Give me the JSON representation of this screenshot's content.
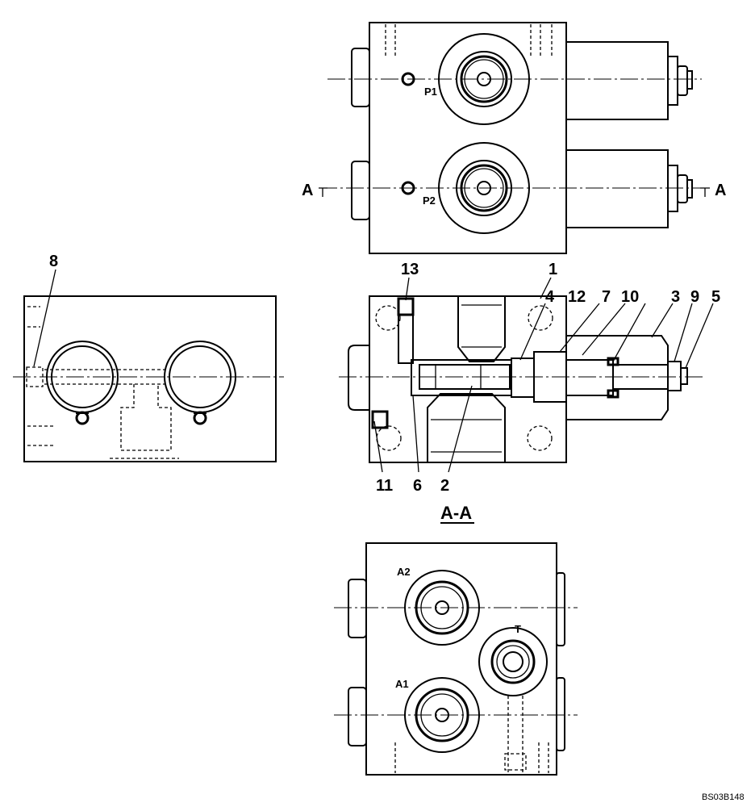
{
  "top_view": {
    "ports": [
      "P1",
      "P2"
    ],
    "section_marks": [
      "A",
      "A"
    ]
  },
  "side_view": {
    "callouts": [
      "8"
    ]
  },
  "section_view": {
    "callouts": [
      "13",
      "1",
      "4",
      "12",
      "7",
      "10",
      "3",
      "9",
      "5",
      "11",
      "6",
      "2"
    ],
    "title": "A-A"
  },
  "bottom_view": {
    "ports": [
      "A2",
      "T",
      "A1"
    ]
  },
  "drawing_code": "BS03B148"
}
